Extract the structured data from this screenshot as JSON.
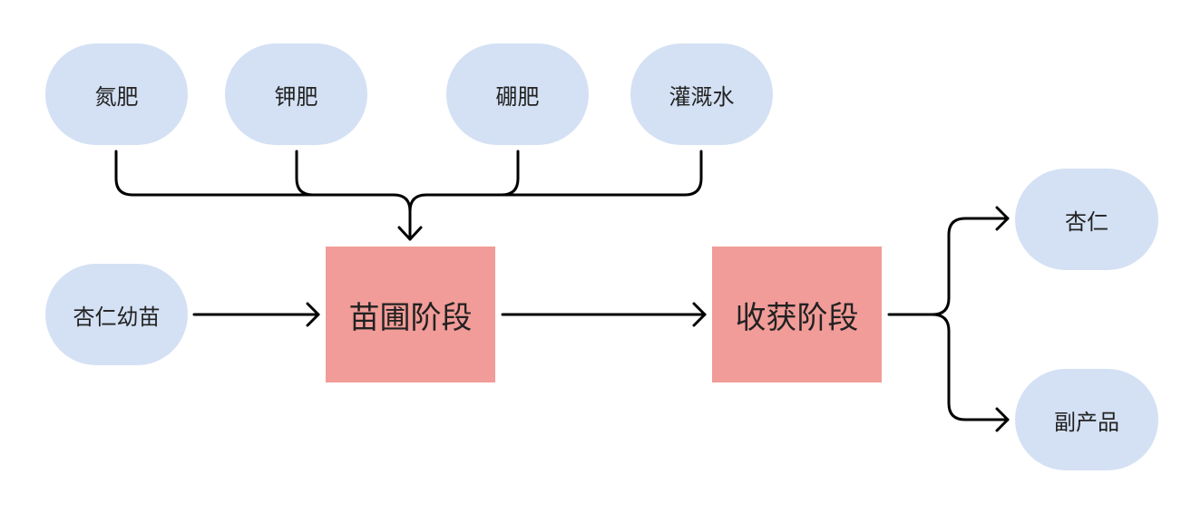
{
  "diagram": {
    "inputs": [
      "氮肥",
      "钾肥",
      "硼肥",
      "灌溉水"
    ],
    "seedling": "杏仁幼苗",
    "stages": [
      "苗圃阶段",
      "收获阶段"
    ],
    "outputs": [
      "杏仁",
      "副产品"
    ]
  },
  "colors": {
    "input_node": "#d4e1f4",
    "stage_node": "#f19c98",
    "connector": "#000000",
    "text": "#222222"
  }
}
